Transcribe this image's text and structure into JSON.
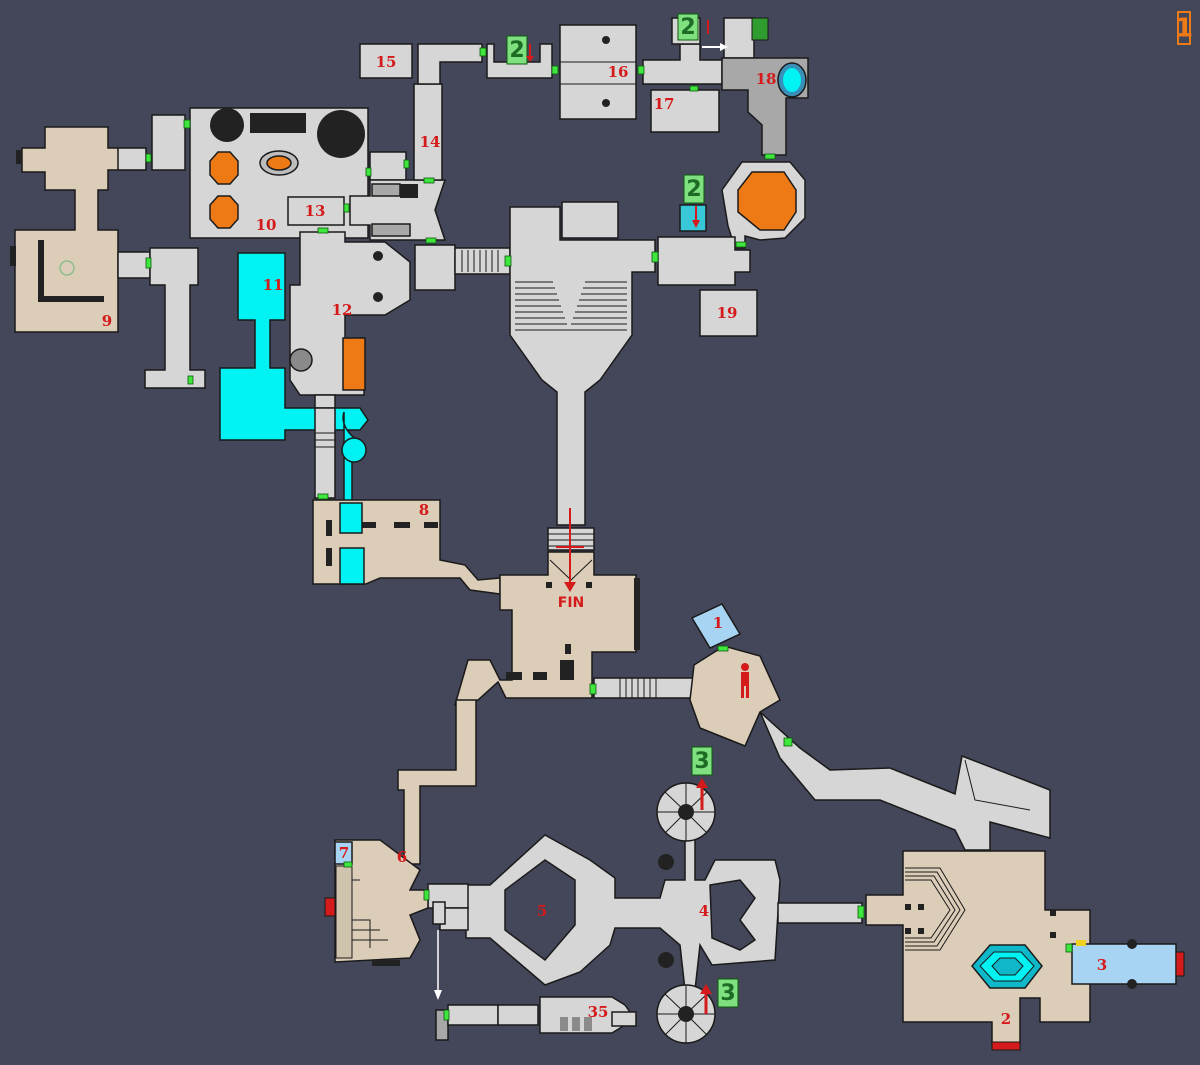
{
  "map": {
    "level_indicator": "1",
    "finish_label": "FIN",
    "rooms": [
      {
        "id": "r1",
        "label": "1"
      },
      {
        "id": "r2",
        "label": "2"
      },
      {
        "id": "r3",
        "label": "3"
      },
      {
        "id": "r4",
        "label": "4"
      },
      {
        "id": "r5",
        "label": "5"
      },
      {
        "id": "r6",
        "label": "6"
      },
      {
        "id": "r7",
        "label": "7"
      },
      {
        "id": "r8",
        "label": "8"
      },
      {
        "id": "r9",
        "label": "9"
      },
      {
        "id": "r10",
        "label": "10"
      },
      {
        "id": "r11",
        "label": "11"
      },
      {
        "id": "r12",
        "label": "12"
      },
      {
        "id": "r13",
        "label": "13"
      },
      {
        "id": "r14",
        "label": "14"
      },
      {
        "id": "r15",
        "label": "15"
      },
      {
        "id": "r16",
        "label": "16"
      },
      {
        "id": "r17",
        "label": "17"
      },
      {
        "id": "r18",
        "label": "18"
      },
      {
        "id": "r19",
        "label": "19"
      },
      {
        "id": "r35",
        "label": "35"
      }
    ],
    "floor_links": [
      {
        "id": "f2a",
        "label": "2"
      },
      {
        "id": "f2b",
        "label": "2"
      },
      {
        "id": "f2c",
        "label": "2"
      },
      {
        "id": "f3a",
        "label": "3"
      },
      {
        "id": "f3b",
        "label": "3"
      }
    ],
    "colors": {
      "background": "#444659",
      "floor_grey": "#d6d6d6",
      "floor_tan": "#dccdb8",
      "water_cyan": "#00f2f2",
      "light_blue": "#a8d4f4",
      "orange": "#ee7a16",
      "door_green": "#3ee63e",
      "label_red": "#d41a1a"
    }
  }
}
